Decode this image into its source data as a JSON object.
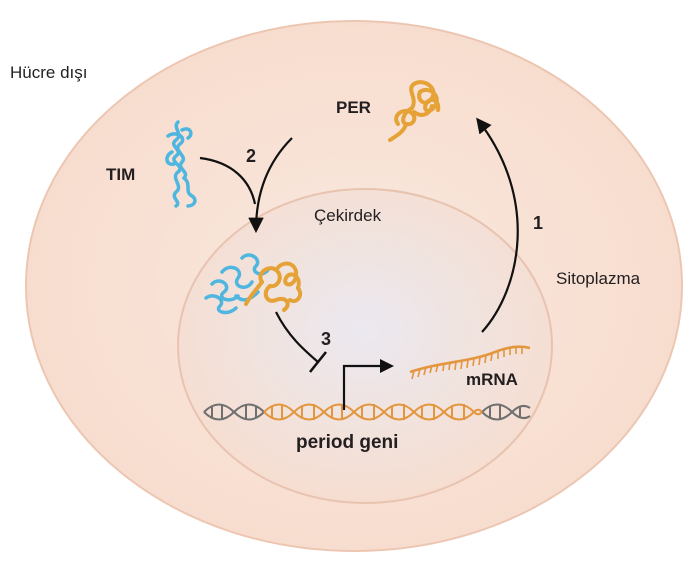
{
  "labels": {
    "outside": "Hücre dışı",
    "cytoplasm": "Sitoplazma",
    "nucleus": "Çekirdek",
    "per": "PER",
    "tim": "TIM",
    "mrna": "mRNA",
    "gene": "period geni"
  },
  "steps": {
    "one": "1",
    "two": "2",
    "three": "3"
  },
  "colors": {
    "cell_fill": "#f8e3d6",
    "cell_edge": "#ecc7b3",
    "nucleus_center": "#e9e6ee",
    "nucleus_mid": "#f3e1da",
    "per_orange": "#e5a236",
    "tim_blue": "#4fb6e0",
    "mrna_orange": "#e3963e",
    "dna_gray": "#6f6f6f",
    "arrow_black": "#111111"
  }
}
